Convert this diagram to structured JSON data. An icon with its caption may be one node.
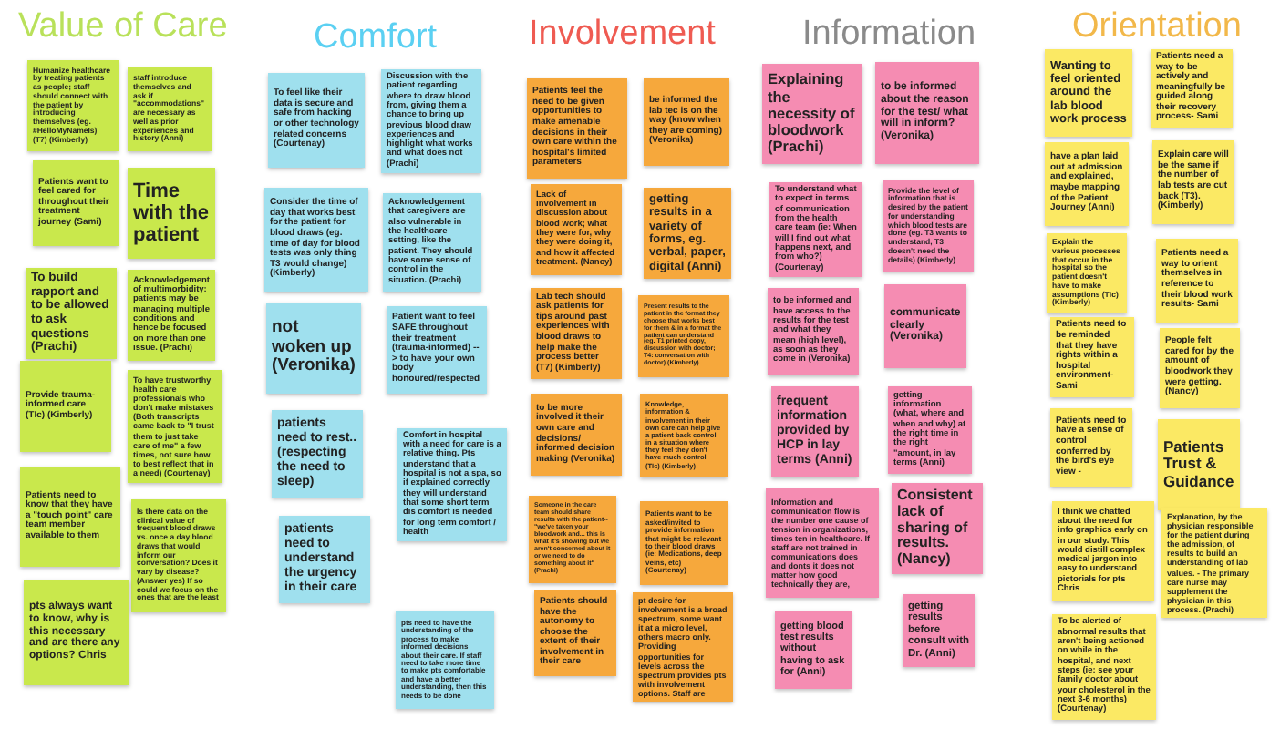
{
  "diagram": {
    "nodes": [
      {
        "text": [
          "Humanize healthcare by treating patients as people; staff should connect with the patient by introducing themselves (eg. #HelloMyNameIs) (T7) (Kimberly)"
        ]
      },
      {
        "text": [
          "staff introduce themselves and ask if \"accommodations\" are necessary as well as prior experiences and history (Anni)"
        ]
      },
      {
        "text": [
          "Patients want to feel cared for throughout their treatment journey (Sami)"
        ]
      },
      {
        "text": [
          "Time with the patient"
        ]
      },
      {
        "text": [
          "To build rapport and to be allowed to ask questions (Prachi)"
        ]
      },
      {
        "text": [
          "Acknowledgement of multimorbidity: patients may be managing multiple conditions and hence be focused on more than one issue. (Prachi)"
        ]
      },
      {
        "text": [
          "Provide trauma-informed care (TIc) (Kimberly)"
        ]
      },
      {
        "text": [
          "To have trustworthy health care professionals who don't make mistakes (Both transcripts came back to \"I trust them to just take care of me\" a few times, not sure how to best reflect that in a need) (Courtenay)"
        ]
      },
      {
        "text": [
          "Patients need to know that they have a \"touch point\" care team member available to them"
        ]
      },
      {
        "text": [
          "Is there data on the clinical value of frequent blood draws vs. once a day blood draws that would inform our conversation? Does it vary by disease? (Answer yes) If so could we focus on the ones that are the least"
        ]
      },
      {
        "text": [
          "pts always want to know, why is this necessary and are there any options? Chris"
        ]
      },
      {
        "text": [
          "To feel like their data is secure and safe from hacking or other technology related concerns (Courtenay)"
        ]
      },
      {
        "text": [
          "Discussion with the patient regarding where to draw blood from, giving them a chance to bring up previous blood draw experiences and highlight what works and what does not (Prachi)"
        ]
      },
      {
        "text": [
          "Consider the time of day that works best for the patient for blood draws (eg. time of day for blood tests was only thing T3 would change) (Kimberly)"
        ]
      },
      {
        "text": [
          "Acknowledgement that caregivers are also vulnerable in the healthcare setting, like the patient. They should have some sense of control in the situation. (Prachi)"
        ]
      },
      {
        "text": [
          "not woken up (Veronika)"
        ]
      },
      {
        "text": [
          "Patient want to feel SAFE throughout their treatment (trauma-informed) --> to have your own body honoured/respected"
        ]
      },
      {
        "text": [
          "patients need to rest.. (respecting the need to sleep)"
        ]
      },
      {
        "text": [
          "Comfort in hospital with a need for care is a relative thing. Pts understand that a hospital is not a spa, so if explained correctly they will understand that some short term dis comfort is needed for long term comfort / health"
        ]
      },
      {
        "text": [
          "patients need to understand the urgency in their care"
        ]
      },
      {
        "text": [
          "pts need to have the understanding of the process to make informed decisions about their care. If staff need to take more time to make pts comfortable and have a better understanding, then this needs to be done"
        ]
      },
      {
        "text": [
          "Patients feel the need to be given opportunities to make amenable decisions in their own care within the hospital's limited parameters"
        ]
      },
      {
        "text": [
          "be informed the lab tec is on the way (know when they are coming) (Veronika)"
        ]
      },
      {
        "text": [
          "Lack of involvement in discussion about blood work; what they were for, why they were doing it, and how it affected treatment. (Nancy)"
        ]
      },
      {
        "text": [
          "getting results in a variety of forms, eg. verbal, paper, digital (Anni)"
        ]
      },
      {
        "text": [
          "Lab tech should ask patients for tips around past experiences with blood draws to help make the process better (T7) (Kimberly)"
        ]
      },
      {
        "text": [
          "Present results to the patient in the format they choose that works best for them & in a format the patient can understand (eg. T1 printed copy, discussion with doctor; T4: conversation with doctor) (Kimberly)"
        ]
      },
      {
        "text": [
          "to be more involved it their own care and decisions/ informed decision making (Veronika)"
        ]
      },
      {
        "text": [
          "Knowledge, information & involvement in their own care can help give a patient back control in a situation where they feel they don't have much control (TIc) (Kimberly)"
        ]
      },
      {
        "text": [
          "Someone in the care team should share results with the patient-- \"we've taken your bloodwork and... this is what it's showing but we aren't concerned about it or we need to do something about it\" (Prachi)"
        ]
      },
      {
        "text": [
          "Patients want to be asked/invited to provide information that might be relevant to their blood draws (ie: Medications, deep veins, etc) (Courtenay)"
        ]
      },
      {
        "text": [
          "Patients should have the autonomy to choose the extent of their involvement in their care"
        ]
      },
      {
        "text": [
          "pt desire for involvement is a broad spectrum, some want it at a micro level, others macro only. Providing opportunities for levels across the spectrum provides pts with involvement options. Staff are"
        ]
      },
      {
        "text": [
          "Explaining the necessity of bloodwork (Prachi)"
        ]
      },
      {
        "text": [
          "to be informed about the reason for the test/ what will in inform? (Veronika)"
        ]
      },
      {
        "text": [
          "To understand what to expect in terms of communication from the health care team (ie: When will I find out what happens next, and from who?) (Courtenay)"
        ]
      },
      {
        "text": [
          "Provide the level of information that is desired by the patient for understanding which blood tests are done (eg. T3 wants to understand, T3 doesn't need the details) (Kimberly)"
        ]
      },
      {
        "text": [
          "to be informed and have access to the results for the test and what they mean (high level), as soon as they come in (Veronika)"
        ]
      },
      {
        "text": [
          "communicate clearly (Veronika)"
        ]
      },
      {
        "text": [
          "frequent information provided by HCP in lay terms (Anni)"
        ]
      },
      {
        "text": [
          "getting information (what, where and when and why) at the right time in the right \"amount, in lay terms (Anni)"
        ]
      },
      {
        "text": [
          "Information and communication flow is the number one cause of tension in organizations, times ten in healthcare. If staff are not trained in communications does and donts it does not matter how good technically they are,"
        ]
      },
      {
        "text": [
          "Consistent lack of sharing of results. (Nancy)"
        ]
      },
      {
        "text": [
          "getting blood test results without having to ask for (Anni)"
        ]
      },
      {
        "text": [
          "getting results before consult with Dr. (Anni)"
        ]
      },
      {
        "text": [
          "Wanting to feel oriented around the lab blood work process"
        ]
      },
      {
        "text": [
          "Patients need a way to be actively and meaningfully be guided along their recovery process- Sami"
        ]
      },
      {
        "text": [
          "have a plan laid out at admission and explained, maybe mapping of the Patient Journey (Anni)"
        ]
      },
      {
        "text": [
          "Explain care will be the same if the number of lab tests are cut back (T3). (Kimberly)"
        ]
      },
      {
        "text": [
          "Explain the various processes that occur in the hospital so the patient doesn't have to make assumptions (TIc) (Kimberly)"
        ]
      },
      {
        "text": [
          "Patients need a way to orient themselves in reference to their blood work results- Sami"
        ]
      },
      {
        "text": [
          "Patients need to be reminded that they have rights within a hospital environment-Sami"
        ]
      },
      {
        "text": [
          "People felt cared for by the amount of bloodwork they were getting. (Nancy)"
        ]
      },
      {
        "text": [
          "Patients need to have a sense of control conferred by the bird's eye view -"
        ]
      },
      {
        "text": [
          "Patients Trust & Guidance"
        ]
      },
      {
        "text": [
          "I think we chatted about the need for info graphics early on in our study. This would distill complex medical jargon into easy to understand pictorials for pts Chris"
        ]
      },
      {
        "text": [
          "Explanation, by the physician responsible for the patient during the admission, of results to build an understanding of lab values. - The primary care nurse may supplement the physician in this process. (Prachi)"
        ]
      },
      {
        "text": [
          "To be alerted of abnormal results that aren't being actioned on while in the hospital, and next steps (ie: see your family doctor about your cholesterol in the next 3-6 months) (Courtenay)"
        ]
      }
    ],
    "labels": [
      "Value of Care",
      "Comfort",
      "Involvement",
      "Information",
      "Orientation"
    ]
  }
}
